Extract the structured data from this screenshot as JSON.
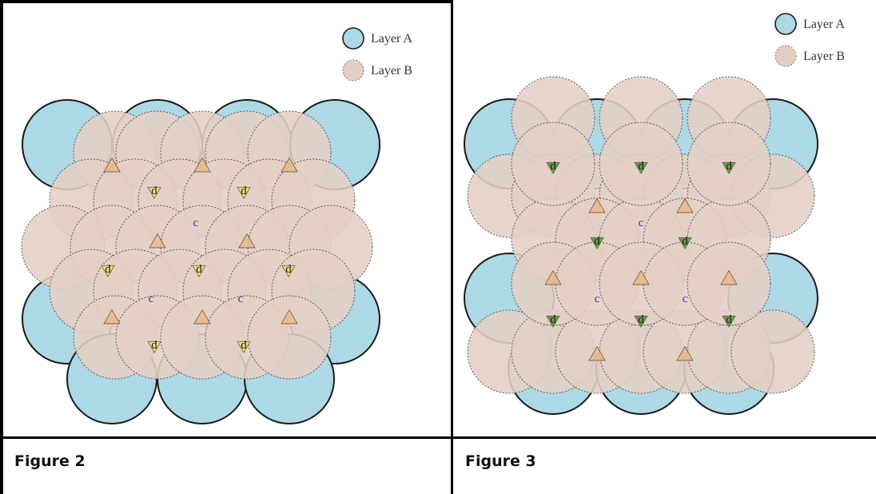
{
  "figures": [
    {
      "caption": "Figure 2",
      "legend": [
        {
          "label": "Layer A",
          "color": "#add8e6"
        },
        {
          "label": "Layer B",
          "color": "#e4cfc5"
        }
      ],
      "site_labels": {
        "tetrahedral": "d",
        "octahedral": "c"
      }
    },
    {
      "caption": "Figure 3",
      "legend": [
        {
          "label": "Layer A",
          "color": "#add8e6"
        },
        {
          "label": "Layer B",
          "color": "#e4cfc5"
        }
      ],
      "site_labels": {
        "tetrahedral": "d",
        "octahedral": "c"
      }
    }
  ],
  "colors": {
    "layer_a_fill": "#add8e6",
    "layer_b_fill": "#e4cfc5",
    "site_green": "#4a9a3a",
    "site_yellow": "#e8e36a",
    "site_orange": "#e9b98b",
    "label_blue": "#2c3f9e"
  }
}
